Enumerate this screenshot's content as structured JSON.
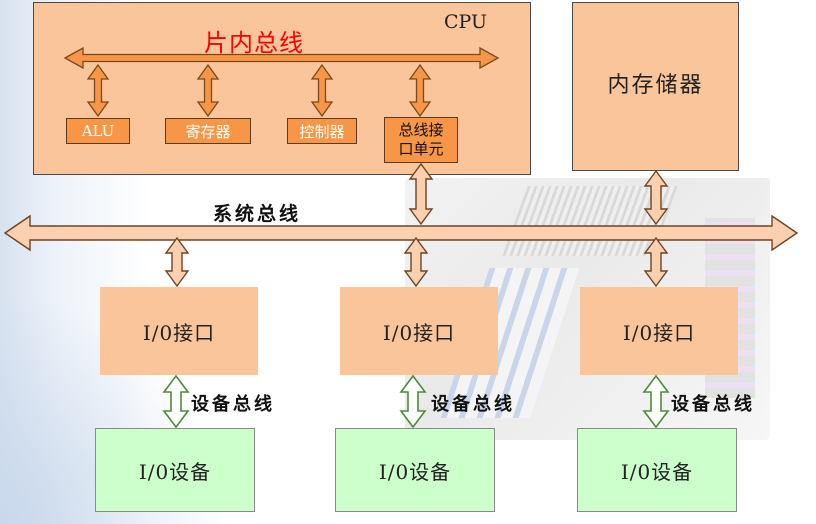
{
  "cpu": {
    "label": "CPU",
    "internal_bus_label": "片内总线",
    "alu": "ALU",
    "registers": "寄存器",
    "control_unit": "控制器",
    "bus_interface_unit": [
      "总线接",
      "口单元"
    ]
  },
  "memory": {
    "label": "内存储器"
  },
  "system_bus": {
    "label": "系统总线"
  },
  "io_columns": [
    {
      "interface": "I/0接口",
      "device_bus": "设备总线",
      "device": "I/0设备"
    },
    {
      "interface": "I/0接口",
      "device_bus": "设备总线",
      "device": "I/0设备"
    },
    {
      "interface": "I/0接口",
      "device_bus": "设备总线",
      "device": "I/0设备"
    }
  ],
  "colors": {
    "cpu_fill": "#FAC59A",
    "unit_fill": "#F79646",
    "internal_bus_text": "#FF0000",
    "io_interface_fill": "#FAC59A",
    "io_device_fill": "#CCFFCC",
    "arrow_fill": "#FAD0B0",
    "arrow_stroke": "#6B4423",
    "device_bus_arrow_stroke": "#4F8A3A"
  }
}
